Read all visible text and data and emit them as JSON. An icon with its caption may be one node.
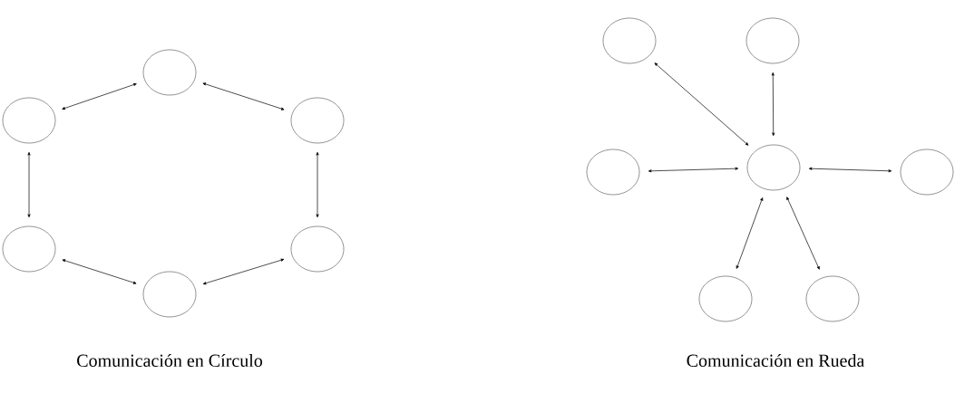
{
  "diagram": {
    "nodes": [
      {
        "text": [],
        "shape": "circle"
      },
      {
        "text": [],
        "shape": "circle"
      },
      {
        "text": [],
        "shape": "circle"
      },
      {
        "text": [],
        "shape": "circle"
      },
      {
        "text": [],
        "shape": "circle"
      },
      {
        "text": [],
        "shape": "circle"
      },
      {
        "text": [],
        "shape": "circle"
      },
      {
        "text": [],
        "shape": "circle"
      },
      {
        "text": [],
        "shape": "circle"
      },
      {
        "text": [],
        "shape": "circle"
      },
      {
        "text": [],
        "shape": "circle"
      },
      {
        "text": [],
        "shape": "circle"
      },
      {
        "text": [],
        "shape": "circle"
      }
    ],
    "edges": [
      {
        "from": 0,
        "to": 1,
        "arrow": "both"
      },
      {
        "from": 0,
        "to": 2,
        "arrow": "both"
      },
      {
        "from": 1,
        "to": 3,
        "arrow": "both"
      },
      {
        "from": 2,
        "to": 4,
        "arrow": "both"
      },
      {
        "from": 3,
        "to": 5,
        "arrow": "both"
      },
      {
        "from": 5,
        "to": 4,
        "arrow": "both"
      },
      {
        "from": 6,
        "to": 9,
        "arrow": "both"
      },
      {
        "from": 7,
        "to": 9,
        "arrow": "both"
      },
      {
        "from": 8,
        "to": 9,
        "arrow": "both"
      },
      {
        "from": 9,
        "to": 10,
        "arrow": "both"
      },
      {
        "from": 9,
        "to": 11,
        "arrow": "both"
      },
      {
        "from": 9,
        "to": 12,
        "arrow": "both"
      }
    ],
    "labels": [
      "Comunicación en Círculo",
      "Comunicación en Rueda"
    ]
  }
}
